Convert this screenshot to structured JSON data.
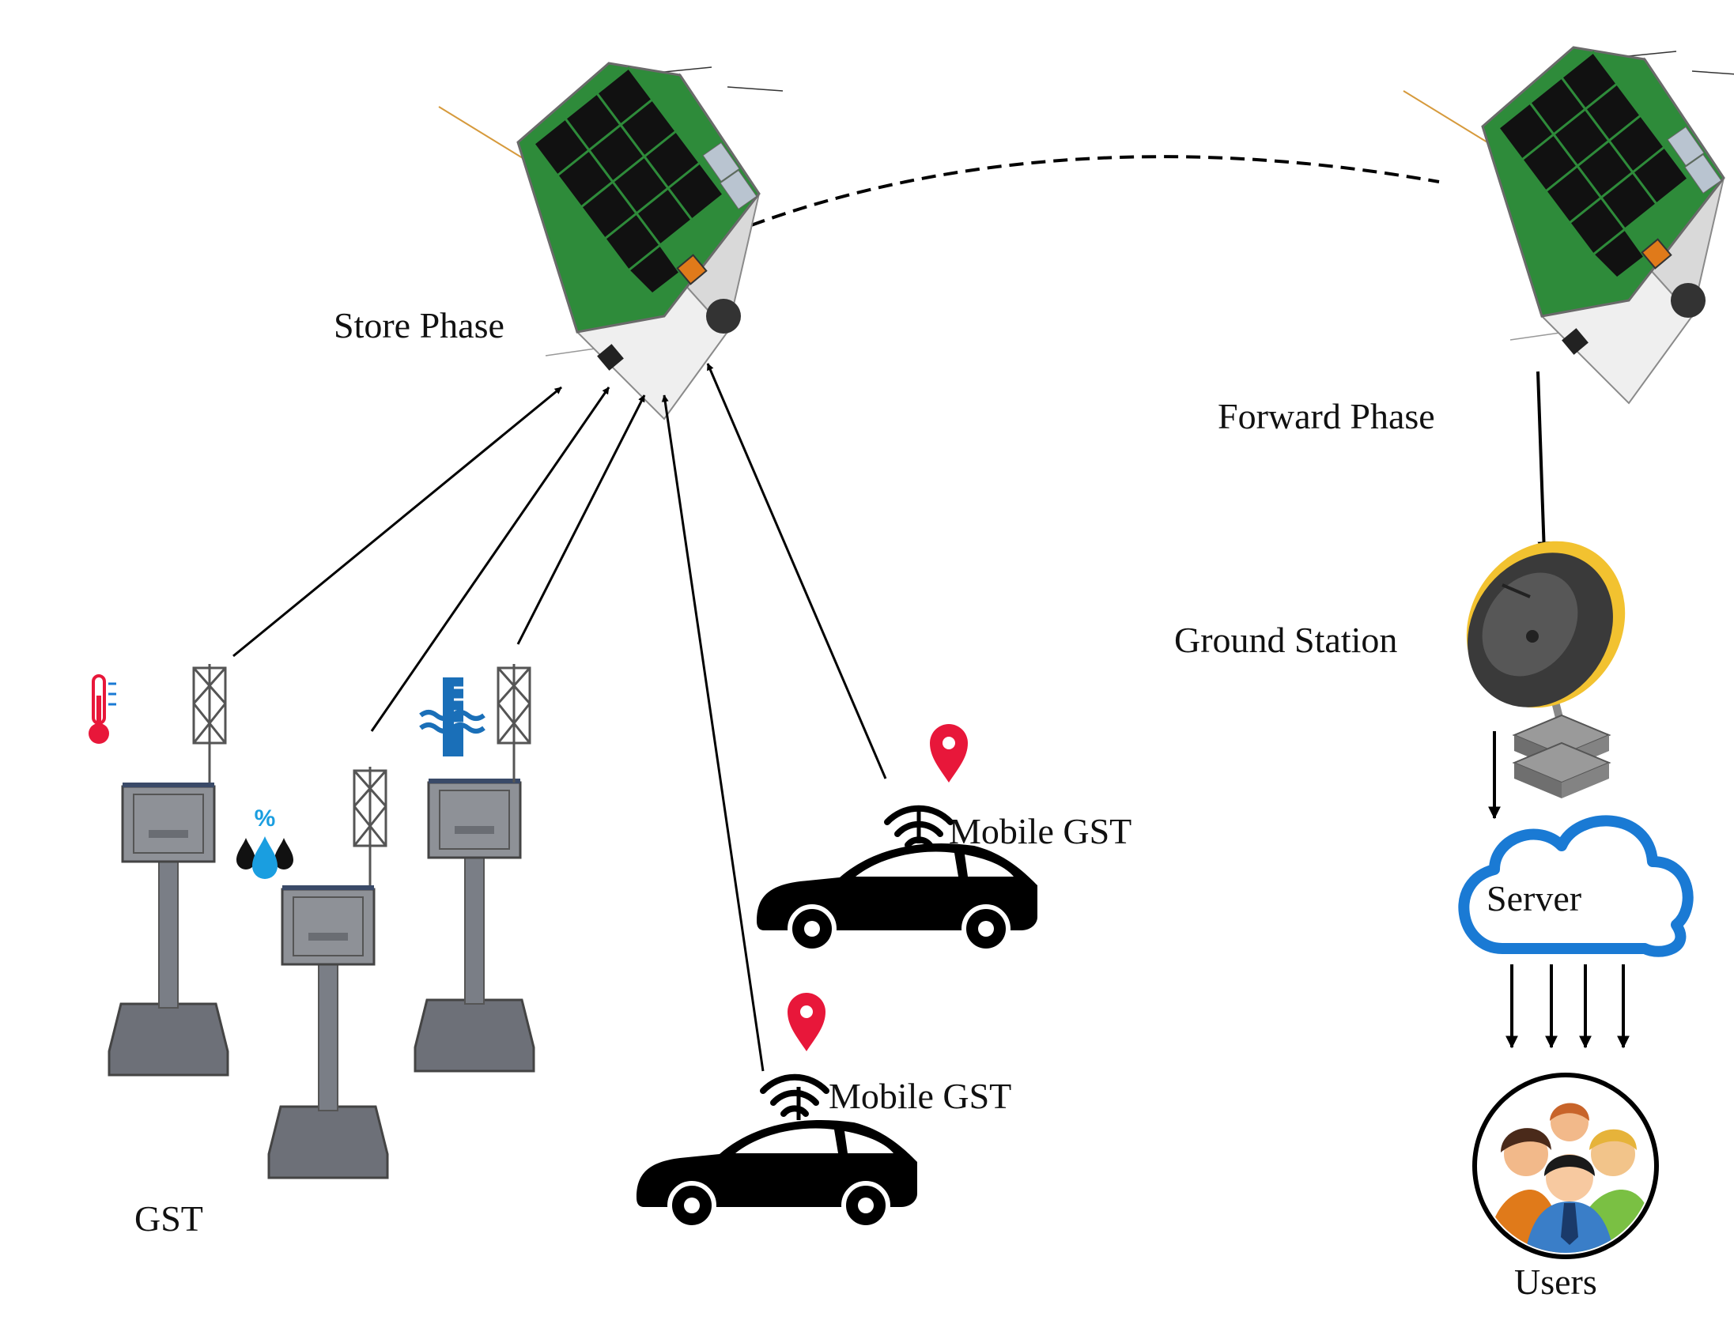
{
  "labels": {
    "store_phase": "Store Phase",
    "forward_phase": "Forward Phase",
    "ground_station": "Ground Station",
    "server": "Server",
    "users": "Users",
    "gst": "GST",
    "mobile_gst_1": "Mobile GST",
    "mobile_gst_2": "Mobile GST"
  },
  "icons": {
    "satellite": "satellite-icon",
    "gst_terminal": "ground-sensor-terminal-icon",
    "car": "car-icon",
    "wifi": "wifi-signal-icon",
    "location": "location-pin-icon",
    "thermometer": "thermometer-icon",
    "humidity": "humidity-drops-icon",
    "water_level": "water-level-icon",
    "dish": "satellite-dish-icon",
    "rack": "server-rack-icon",
    "cloud": "cloud-icon",
    "users": "users-group-icon"
  },
  "colors": {
    "panel_green": "#2e8b3a",
    "solar_cell": "#111111",
    "pin_red": "#e8173a",
    "cloud_blue": "#1a7ad4",
    "dish_yellow": "#f2c230",
    "tower_gray": "#6d7078",
    "line": "#000000"
  }
}
